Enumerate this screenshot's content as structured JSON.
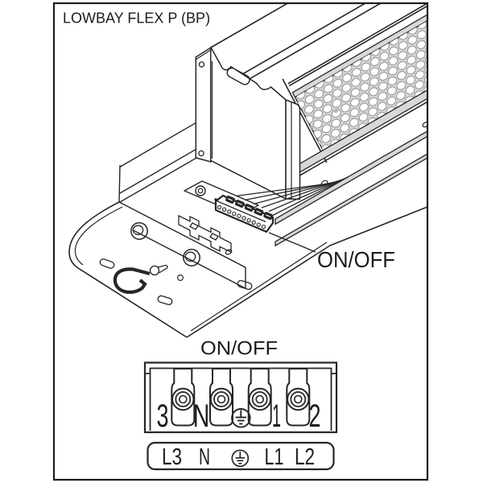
{
  "title": "LOWBAY FLEX P (BP)",
  "callout": {
    "label": "ON/OFF"
  },
  "terminal_diagram": {
    "title": "ON/OFF",
    "terminal_block": {
      "labels": [
        "3",
        "N",
        "1",
        "2"
      ]
    },
    "wire_row": {
      "labels": [
        "L3",
        "N",
        "L1",
        "L2"
      ]
    }
  },
  "colors": {
    "line": "#262626",
    "panel_gray": "#d8d8d8"
  }
}
